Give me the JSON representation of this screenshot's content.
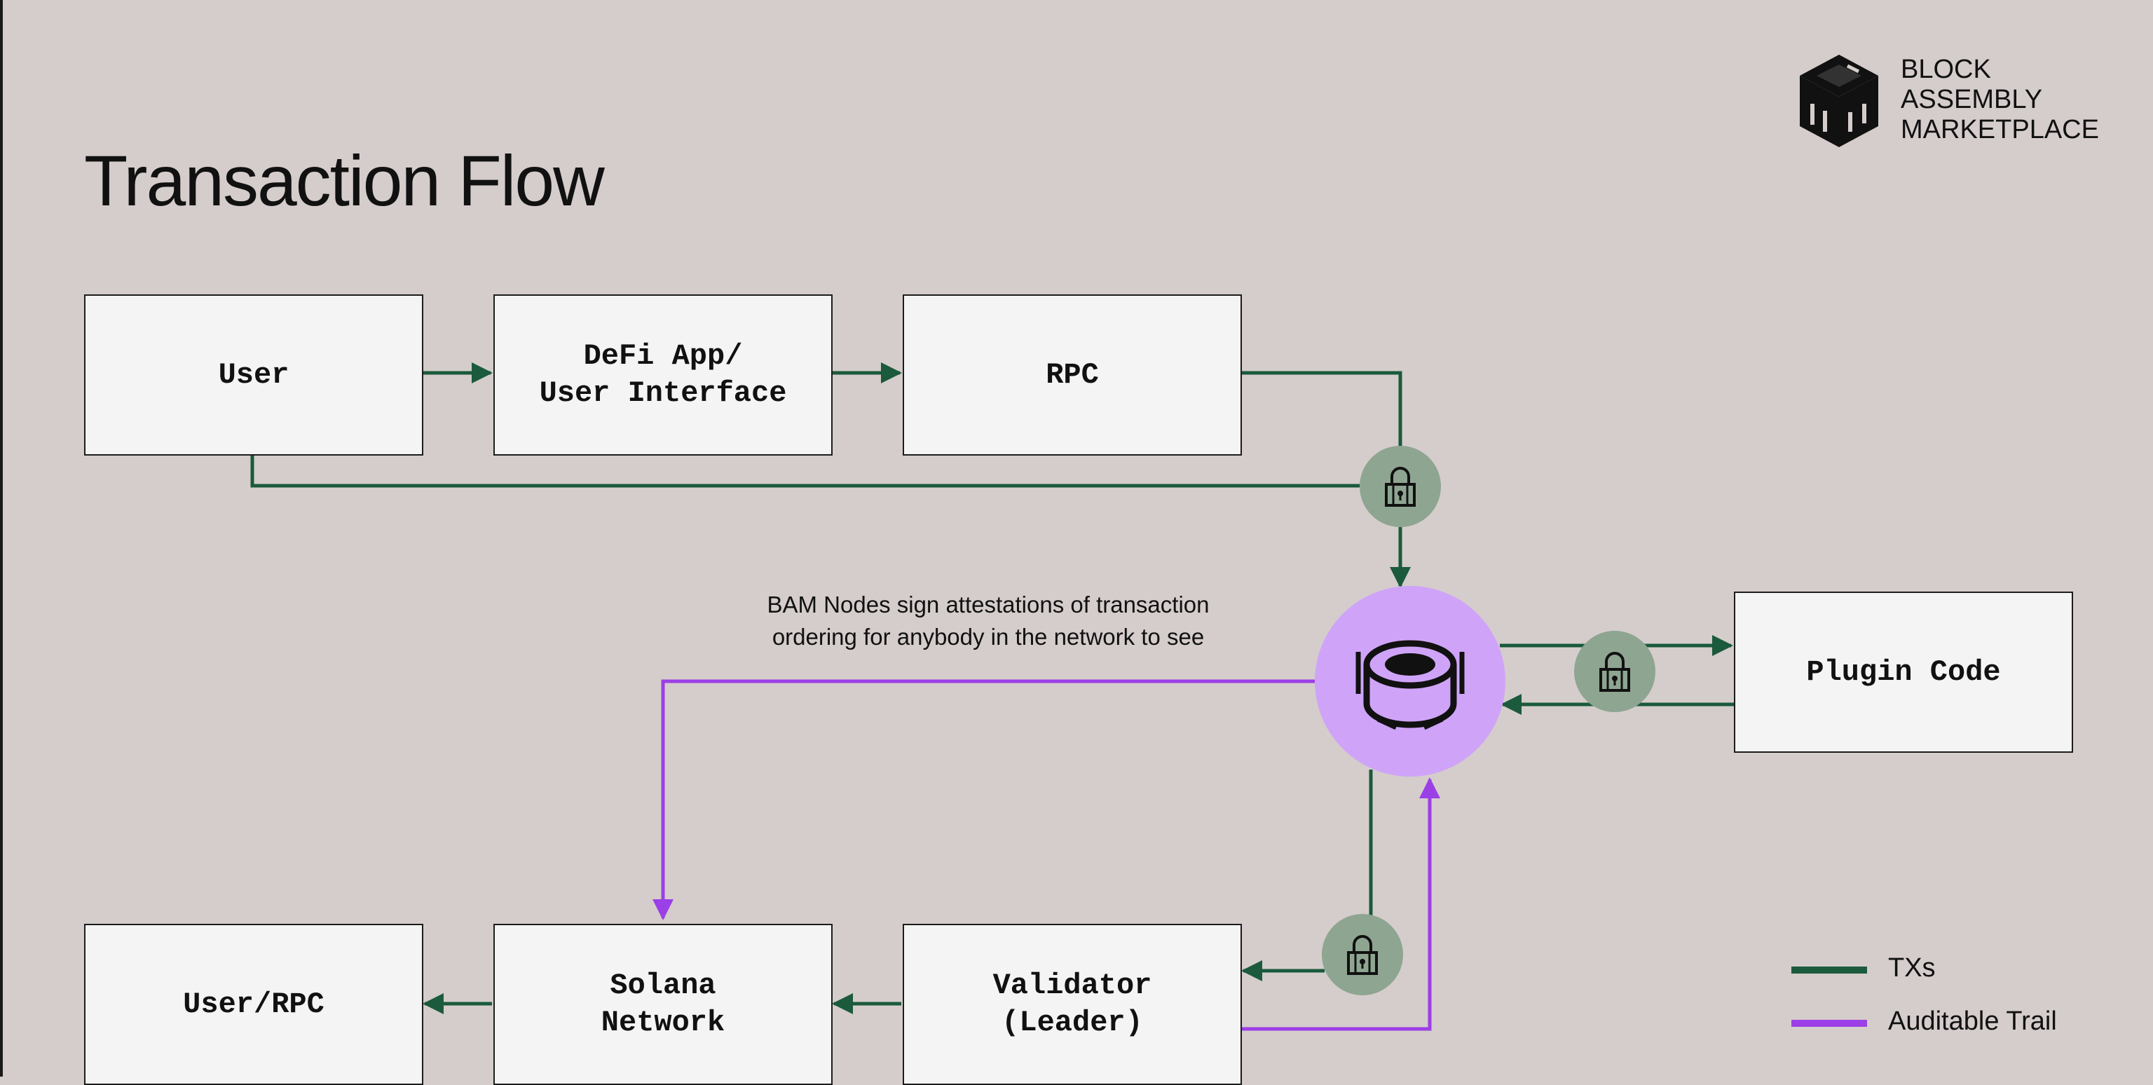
{
  "title": "Transaction Flow",
  "brand": {
    "lines": [
      "BLOCK",
      "ASSEMBLY",
      "MARKETPLACE"
    ]
  },
  "nodes": {
    "user": "User",
    "defi_app": "DeFi App/\nUser Interface",
    "rpc": "RPC",
    "plugin_code": "Plugin Code",
    "user_rpc": "User/RPC",
    "solana_network": "Solana\nNetwork",
    "validator": "Validator\n(Leader)"
  },
  "note": "BAM Nodes sign attestations of transaction\nordering for anybody in the network to see",
  "legend": {
    "txs": "TXs",
    "auditable_trail": "Auditable Trail"
  },
  "colors": {
    "tx_line": "#1b5a3c",
    "audit_line": "#9b3fe6",
    "lock_circle": "#8ea591",
    "bam_node": "#cfa4f8",
    "box_fill": "#f4f4f4",
    "background": "#d5cdcb"
  },
  "icons": {
    "lock": "padlock-icon",
    "bam_node": "bam-node-icon",
    "brand": "bam-cube-logo"
  }
}
